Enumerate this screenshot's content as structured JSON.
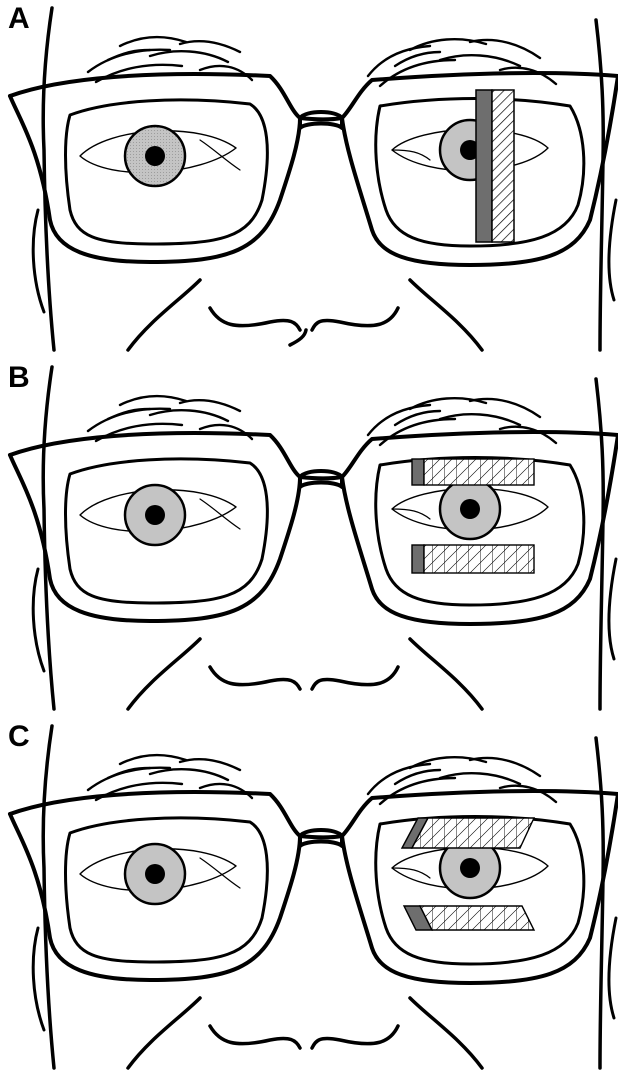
{
  "figure": {
    "panels": [
      {
        "label": "A",
        "prism_layout": "vertical-strip"
      },
      {
        "label": "B",
        "prism_layout": "horizontal-bands"
      },
      {
        "label": "C",
        "prism_layout": "slanted-bands"
      }
    ]
  },
  "colors": {
    "ink": "#000000",
    "iris": "#c4c4c4",
    "strip_dark": "#6e6e6e",
    "strip_mid": "#8a8a8a",
    "hatch_fill": "#ffffff"
  }
}
